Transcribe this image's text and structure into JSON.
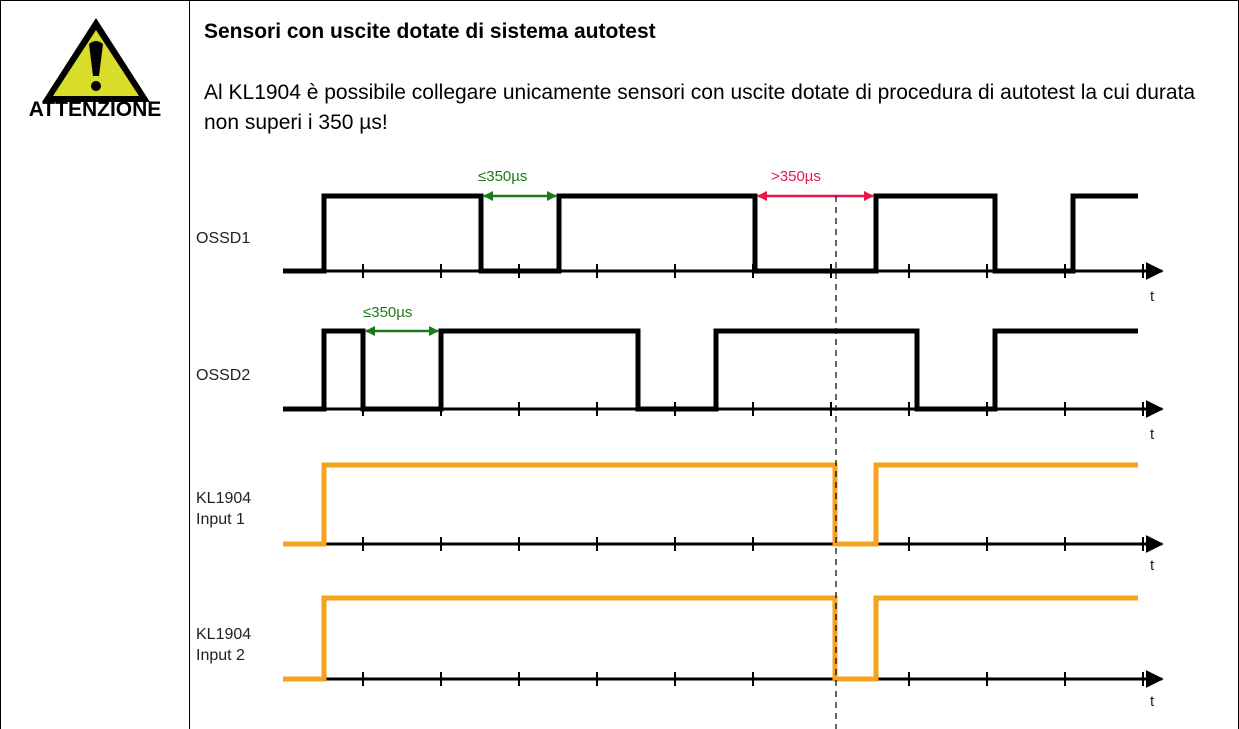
{
  "note": {
    "label": "ATTENZIONE",
    "title": "Sensori con uscite dotate di sistema autotest",
    "body": "Al KL1904 è possibile collegare unicamente sensori con uscite dotate di procedura di autotest la cui durata non superi i 350 µs!",
    "icon": "warning-icon"
  },
  "diagram": {
    "colors": {
      "ossd": "#000000",
      "input": "#f5a21e",
      "dur_ok": "#1a7a1a",
      "dur_bad": "#e8174b"
    },
    "signals": [
      {
        "name": "OSSD1",
        "lines": [
          "OSSD1"
        ],
        "axis_label": "t"
      },
      {
        "name": "OSSD2",
        "lines": [
          "OSSD2"
        ],
        "axis_label": "t"
      },
      {
        "name": "KL1904 Input 1",
        "lines": [
          "KL1904",
          "Input 1"
        ],
        "axis_label": "t"
      },
      {
        "name": "KL1904 Input 2",
        "lines": [
          "KL1904",
          "Input 2"
        ],
        "axis_label": "t"
      }
    ],
    "durations": [
      {
        "text": "≤350µs",
        "status": "ok"
      },
      {
        "text": "≤350µs",
        "status": "ok"
      },
      {
        "text": ">350µs",
        "status": "exceeded"
      }
    ]
  }
}
